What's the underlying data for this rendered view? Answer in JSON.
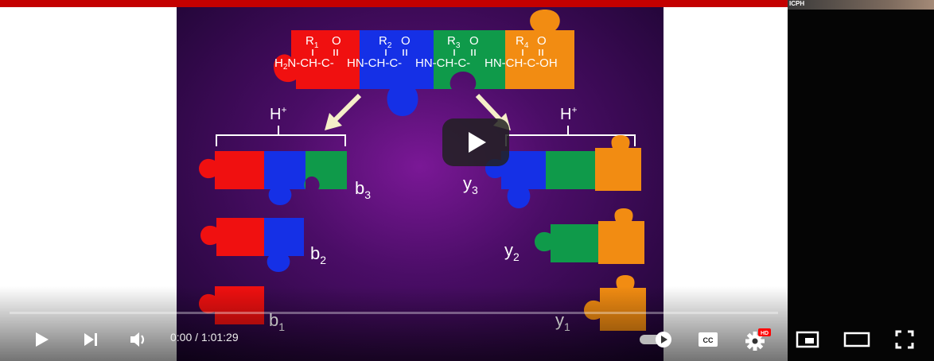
{
  "slide": {
    "chain": {
      "r_labels": [
        "R",
        "R",
        "R",
        "R"
      ],
      "r_subs": [
        "1",
        "2",
        "3",
        "4"
      ],
      "o_labels": [
        "O",
        "O",
        "O",
        "O"
      ],
      "seg1": "H",
      "seg1_sub": "2",
      "seg1_rest": "N-CH-C-",
      "seg2": "HN-CH-C-",
      "seg3": "HN-CH-C-",
      "seg4": "HN-CH-C-OH"
    },
    "h_plus_left": "H",
    "h_plus_left_sup": "+",
    "h_plus_right": "H",
    "h_plus_right_sup": "+",
    "fragments": [
      {
        "letter": "b",
        "sub": "3"
      },
      {
        "letter": "b",
        "sub": "2"
      },
      {
        "letter": "b",
        "sub": "1"
      },
      {
        "letter": "y",
        "sub": "3"
      },
      {
        "letter": "y",
        "sub": "2"
      },
      {
        "letter": "y",
        "sub": "1"
      }
    ],
    "colors": {
      "red": "#f01010",
      "blue": "#1530e6",
      "green": "#0f9a4a",
      "orange": "#f28c12"
    }
  },
  "side_panel": {
    "thumb_label": "ICPH"
  },
  "player": {
    "time_current": "0:00",
    "time_separator": " / ",
    "time_total": "1:01:29",
    "progress": 0,
    "hd_badge": "HD",
    "cc_label": "CC",
    "icons": [
      "play-icon",
      "next-icon",
      "volume-icon",
      "autoplay-toggle-icon",
      "cc-icon",
      "settings-icon",
      "miniplayer-icon",
      "theater-icon",
      "fullscreen-icon"
    ]
  }
}
